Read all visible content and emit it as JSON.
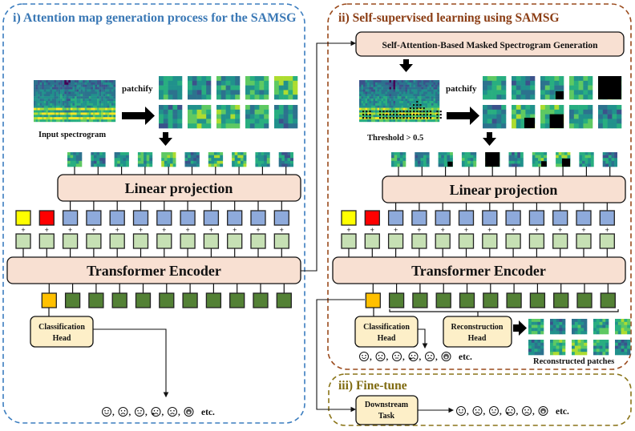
{
  "colors": {
    "panel1_border": "#3b7dbf",
    "panel1_title": "#3a78b5",
    "panel2_border": "#9a4a1c",
    "panel2_title": "#8b3d14",
    "panel3_border": "#8a7418",
    "panel3_title": "#7f6a10",
    "block_fill": "#f8e0d2",
    "head_fill": "#fdefc8",
    "cls_token": "#ffff00",
    "dist_token": "#ff0000",
    "patch_embed": "#8eaadb",
    "pos_embed": "#c6e0b4",
    "out_cls": "#ffc000",
    "out_token": "#538135"
  },
  "panel1": {
    "title": "i) Attention map generation process for the SAMSG",
    "patchify_label": "patchify",
    "spectrogram_caption": "Input spectrogram",
    "linear_projection": "Linear projection",
    "transformer_encoder": "Transformer Encoder",
    "classification_head": [
      "Classification",
      "Head"
    ],
    "plus": "+",
    "emotions": [
      "happy",
      "crying",
      "neutral",
      "sad",
      "angry",
      "surprised"
    ],
    "etc": "etc."
  },
  "panel2": {
    "title": "ii) Self-supervised learning using SAMSG",
    "samsg_block": "Self-Attention-Based Masked Spectrogram Generation",
    "patchify_label": "patchify",
    "threshold_caption": "Threshold > 0.5",
    "linear_projection": "Linear projection",
    "transformer_encoder": "Transformer Encoder",
    "classification_head": [
      "Classification",
      "Head"
    ],
    "reconstruction_head": [
      "Reconstruction",
      "Head"
    ],
    "reconstructed_caption": "Reconstructed patches",
    "plus": "+",
    "emotions": [
      "happy",
      "crying",
      "neutral",
      "sad",
      "angry",
      "surprised"
    ],
    "etc": "etc.",
    "masked_patches": {
      "grid_row1": [
        0,
        0,
        0.35,
        0,
        1
      ],
      "grid_row2": [
        0,
        0.6,
        0.8,
        0,
        0
      ],
      "token_row": [
        0,
        0,
        0.25,
        0,
        1,
        0,
        0.5,
        0.75,
        0,
        0
      ]
    }
  },
  "panel3": {
    "title": "iii) Fine-tune",
    "downstream_task": [
      "Downstream",
      "Task"
    ],
    "emotions": [
      "happy",
      "crying",
      "neutral",
      "sad",
      "angry",
      "surprised"
    ],
    "etc": "etc."
  },
  "token_count": 12,
  "patch_count": 10
}
